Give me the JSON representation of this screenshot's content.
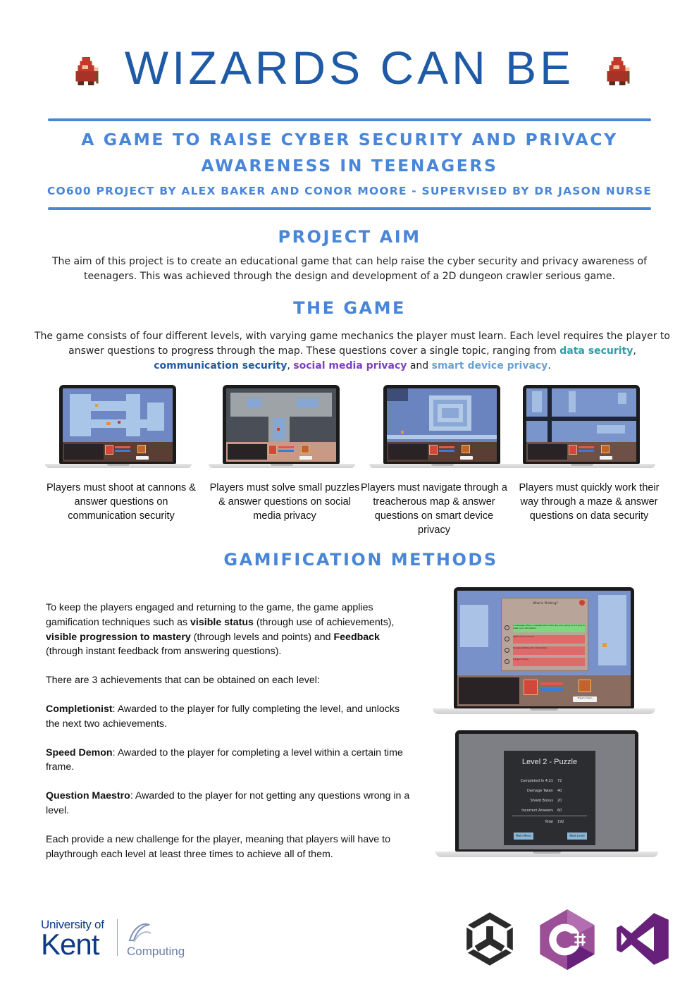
{
  "title": "WIZARDS CAN BE",
  "subtitle": "A GAME TO RAISE CYBER SECURITY AND PRIVACY AWARENESS IN TEENAGERS",
  "byline": "CO600 PROJECT BY ALEX BAKER AND CONOR MOORE - SUPERVISED BY DR JASON NURSE",
  "project_aim": {
    "heading": "PROJECT AIM",
    "text": "The aim of this project is to create an educational game that can help raise the cyber security and privacy awareness of teenagers. This was achieved through the design and development of a 2D dungeon crawler serious game."
  },
  "the_game": {
    "heading": "THE GAME",
    "text_before": "The game consists of four different levels, with varying game mechanics the player must learn. Each level requires the player to answer questions to progress through the map. These questions cover a single topic, ranging from ",
    "topic_data": "data security",
    "sep1": ",",
    "topic_comm": "communication security",
    "sep2": ",",
    "topic_social": "social media privacy",
    "and_word": "and",
    "topic_smart": "smart device privacy",
    "end": ".",
    "levels": [
      {
        "caption": "Players must shoot at cannons & answer questions on communication security"
      },
      {
        "caption": "Players must solve small puzzles & answer questions on social media privacy"
      },
      {
        "caption": "Players must navigate through a treacherous map & answer questions on smart device privacy"
      },
      {
        "caption": "Players must quickly work their way through a maze & answer questions on data security"
      }
    ]
  },
  "gamification": {
    "heading": "GAMIFICATION METHODS",
    "intro_1": "To keep the players engaged and returning to the game, the game applies gamification techniques such as ",
    "visible_status": "visible status",
    "intro_2": " (through use of achievements), ",
    "visible_progression": "visible progression to mastery",
    "intro_3": " (through levels and points) and ",
    "feedback": "Feedback",
    "intro_4": " (through instant feedback from answering questions).",
    "achievements_intro": "There are 3 achievements that can be obtained on each level:",
    "achievements": [
      {
        "name": "Completionist",
        "desc": ": Awarded to the player for fully completing the level, and unlocks the next two achievements."
      },
      {
        "name": "Speed Demon",
        "desc": ": Awarded to the player for completing a level within a certain time frame."
      },
      {
        "name": "Question Maestro",
        "desc": ": Awarded to the player for not getting any questions wrong in a level."
      }
    ],
    "closing": "Each provide a new challenge for the player, meaning that players will have to playthrough each level at least three times to achieve all of them."
  },
  "quiz_screen": {
    "title": "What is Phishing?",
    "answers": [
      "A message where a website that looks like your going to is trying to steal your information",
      "Spam from a source",
      "Someone fishing for information",
      "A type of virus"
    ],
    "open_button": "Press to Open"
  },
  "results_screen": {
    "title": "Level 2 - Puzzle",
    "rows": [
      {
        "label": "Completed In 4:21",
        "value": "72"
      },
      {
        "label": "Damage Taken",
        "value": "40"
      },
      {
        "label": "Shield Bonus",
        "value": "20"
      },
      {
        "label": "Incorrect Answers",
        "value": "60"
      }
    ],
    "total_label": "Total",
    "total_value": "192",
    "main_menu": "Main Menu",
    "next_level": "Next Level"
  },
  "logos": {
    "university_line1": "University of",
    "university_line2": "Kent",
    "department": "Computing",
    "unity_icon": "unity-logo-icon",
    "csharp_icon": "csharp-logo-icon",
    "vs_icon": "visual-studio-logo-icon"
  },
  "colors": {
    "title_blue": "#1f5aa6",
    "accent_blue": "#4a86d8",
    "data_security": "#2b9ea8",
    "social_media": "#7b3fc7",
    "smart_device": "#6a9fd8",
    "csharp_purple": "#9b4f96",
    "vs_purple": "#68217a"
  }
}
